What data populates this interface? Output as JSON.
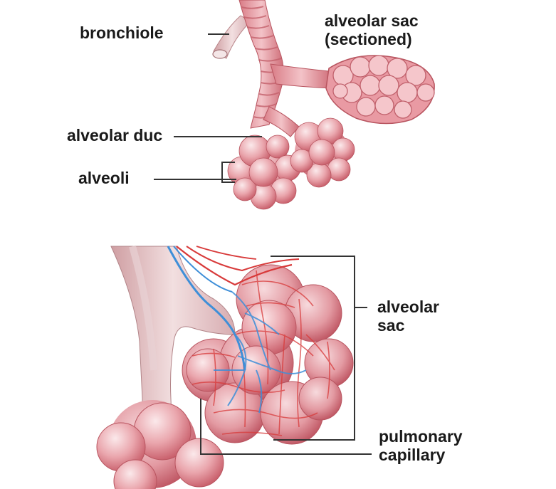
{
  "labels": {
    "bronchiole": "bronchiole",
    "alveolar_sac_sectioned_line1": "alveolar sac",
    "alveolar_sac_sectioned_line2": "(sectioned)",
    "alveolar_duc": "alveolar duc",
    "alveoli": "alveoli",
    "alveolar_sac_line1": "alveolar",
    "alveolar_sac_line2": "sac",
    "pulmonary_capillary_line1": "pulmonary",
    "pulmonary_capillary_line2": "capillary"
  },
  "colors": {
    "tissue_pink": "#e8a0a8",
    "tissue_dark": "#c9606c",
    "tissue_light": "#f6dde0",
    "vessel_red": "#d83a3a",
    "vessel_blue": "#3f8fd8",
    "leader_line": "#333333",
    "text": "#1a1a1a"
  }
}
